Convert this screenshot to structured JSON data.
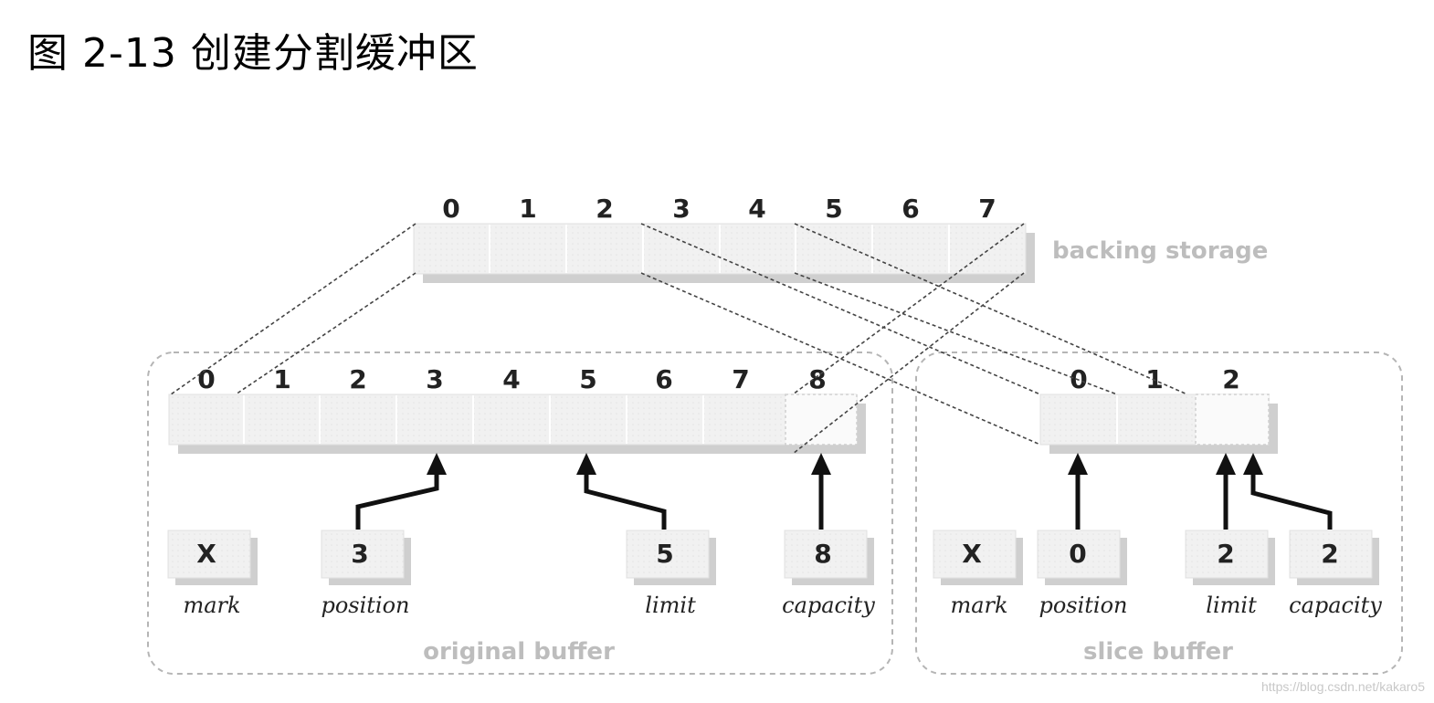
{
  "title": "图 2-13 创建分割缓冲区",
  "backing": {
    "label": "backing storage",
    "indices": [
      "0",
      "1",
      "2",
      "3",
      "4",
      "5",
      "6",
      "7"
    ]
  },
  "original": {
    "label": "original buffer",
    "indices": [
      "0",
      "1",
      "2",
      "3",
      "4",
      "5",
      "6",
      "7",
      "8"
    ],
    "fields": [
      {
        "value": "X",
        "label": "mark"
      },
      {
        "value": "3",
        "label": "position"
      },
      {
        "value": "5",
        "label": "limit"
      },
      {
        "value": "8",
        "label": "capacity"
      }
    ]
  },
  "slice": {
    "label": "slice buffer",
    "indices": [
      "0",
      "1",
      "2"
    ],
    "fields": [
      {
        "value": "X",
        "label": "mark"
      },
      {
        "value": "0",
        "label": "position"
      },
      {
        "value": "2",
        "label": "limit"
      },
      {
        "value": "2",
        "label": "capacity"
      }
    ]
  },
  "watermark": "https://blog.csdn.net/kakaro5"
}
